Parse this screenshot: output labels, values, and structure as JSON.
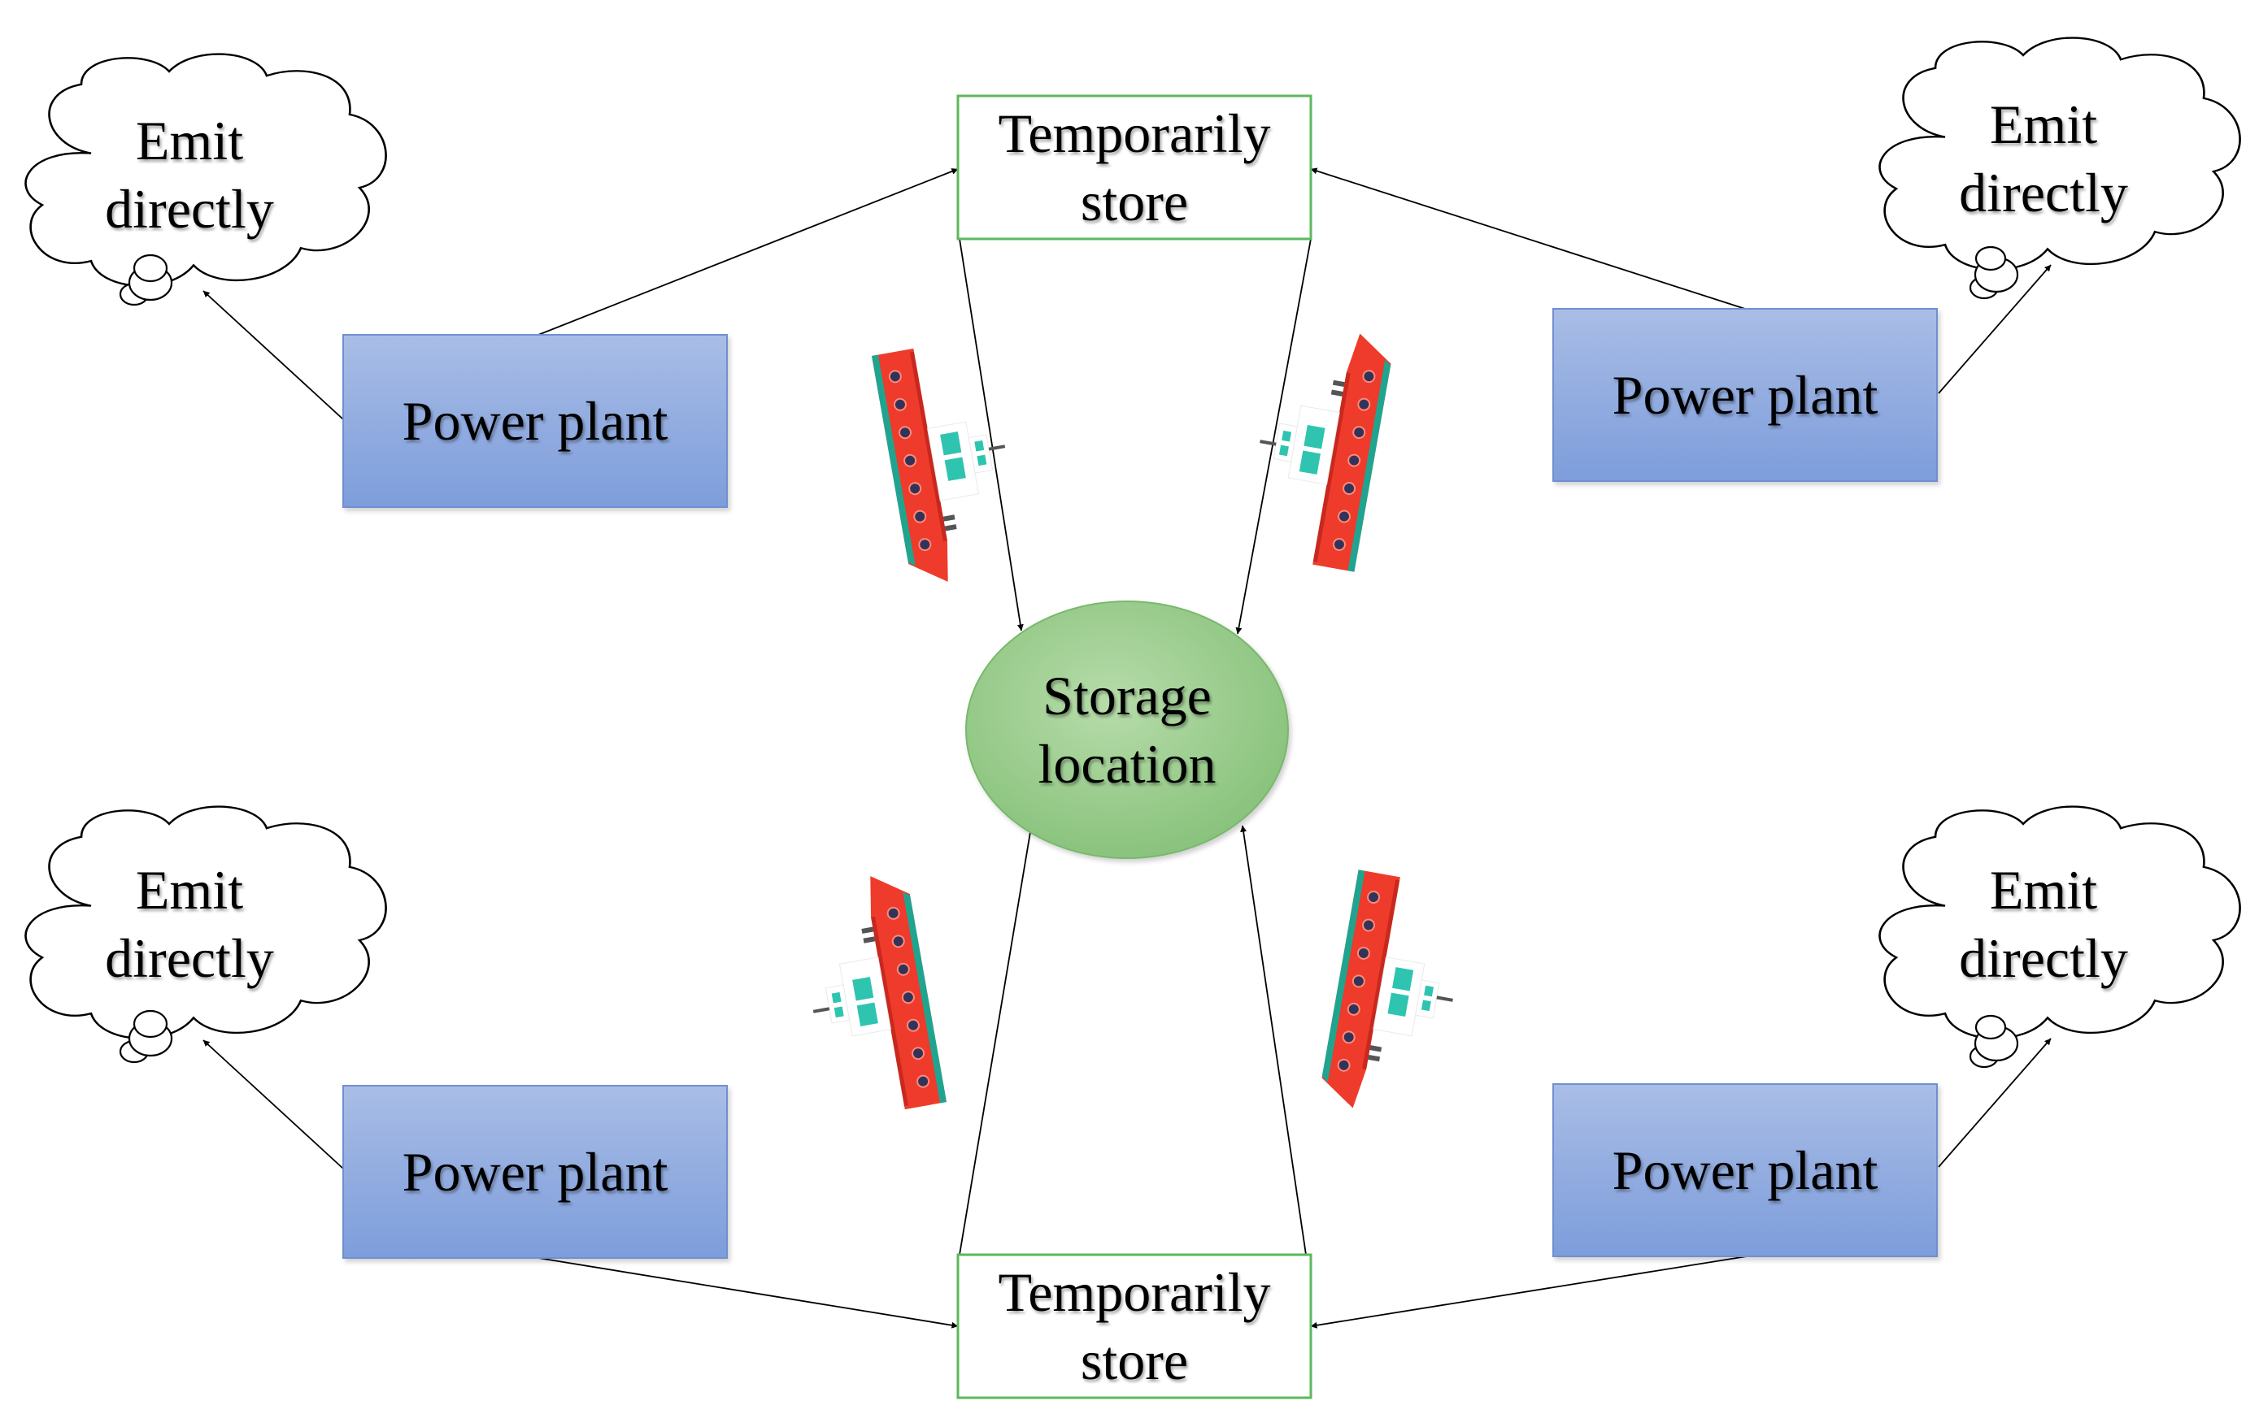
{
  "colors": {
    "plant_fill_top": "#a9bde6",
    "plant_fill_bottom": "#7d9ddb",
    "plant_border": "#6f8fd1",
    "store_border": "#5cb85c",
    "storage_fill_light": "#b7dcaa",
    "storage_fill_dark": "#86c179",
    "ship_hull": "#ee3b2b",
    "ship_stripe": "#1fa58f",
    "ship_window": "#2ec4b0",
    "ship_porthole": "#33335a"
  },
  "icons": {
    "ship": "ship-icon",
    "cloud": "thought-cloud-icon"
  },
  "diagram": {
    "clouds": [
      {
        "line1": "Emit",
        "line2": "directly"
      },
      {
        "line1": "Emit",
        "line2": "directly"
      },
      {
        "line1": "Emit",
        "line2": "directly"
      },
      {
        "line1": "Emit",
        "line2": "directly"
      }
    ],
    "plants": [
      {
        "label": "Power plant"
      },
      {
        "label": "Power plant"
      },
      {
        "label": "Power plant"
      },
      {
        "label": "Power plant"
      }
    ],
    "stores": [
      {
        "line1": "Temporarily",
        "line2": "store"
      },
      {
        "line1": "Temporarily",
        "line2": "store"
      }
    ],
    "storage": {
      "line1": "Storage",
      "line2": "location"
    }
  }
}
